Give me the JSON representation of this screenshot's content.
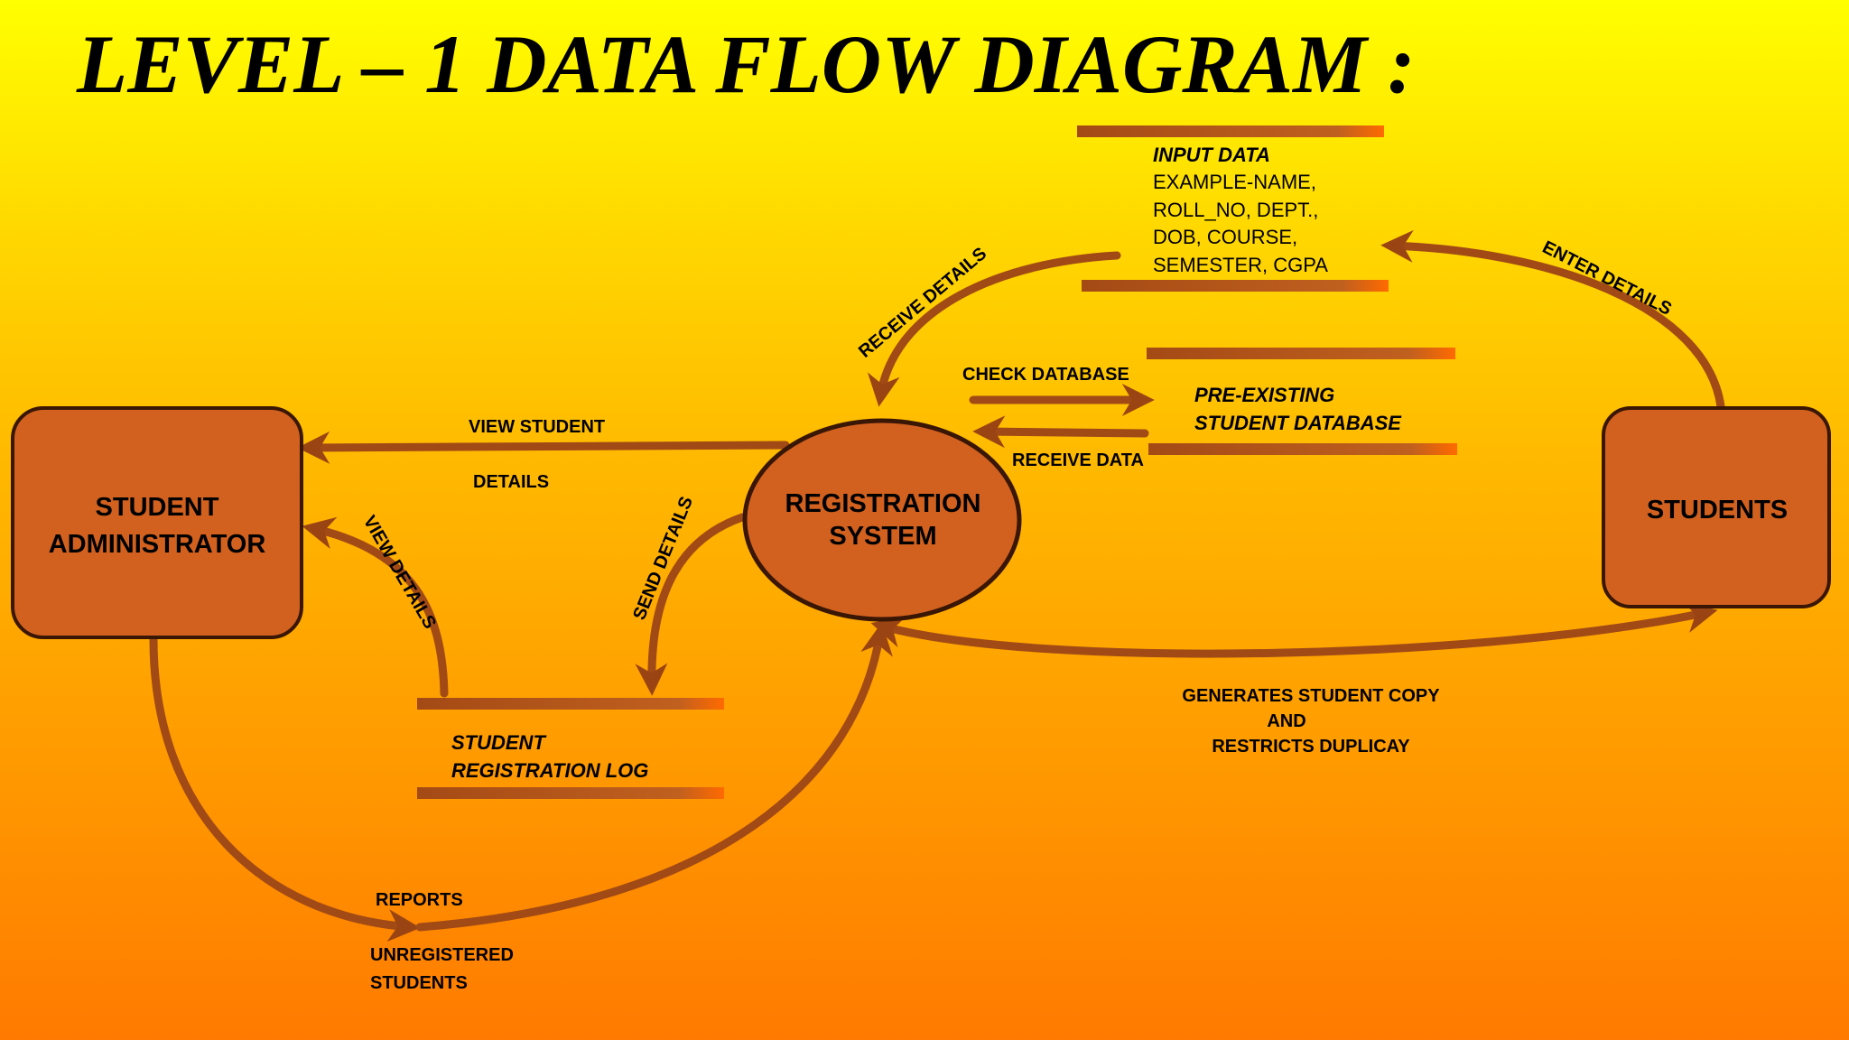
{
  "title": "LEVEL – 1 DATA FLOW DIAGRAM :",
  "nodes": {
    "admin": [
      "STUDENT",
      "ADMINISTRATOR"
    ],
    "system": [
      "REGISTRATION",
      "SYSTEM"
    ],
    "students": "STUDENTS"
  },
  "stores": {
    "input": {
      "title": "INPUT DATA",
      "lines": [
        "EXAMPLE-NAME,",
        "ROLL_NO, DEPT.,",
        "DOB, COURSE,",
        "SEMESTER, CGPA"
      ]
    },
    "database": [
      "PRE-EXISTING",
      "STUDENT DATABASE"
    ],
    "log": [
      "STUDENT",
      "REGISTRATION LOG"
    ]
  },
  "flows": {
    "view_student": "VIEW STUDENT",
    "details": "DETAILS",
    "view_details": "VIEW  DETAILS",
    "send_details": "SEND DETAILS",
    "receive_details": "RECEIVE DETAILS",
    "check_database": "CHECK  DATABASE",
    "receive_data": "RECEIVE DATA",
    "enter_details": "ENTER DETAILS",
    "generates": [
      "GENERATES STUDENT COPY",
      "AND",
      "RESTRICTS DUPLICAY"
    ],
    "reports": "REPORTS",
    "unregistered": [
      "UNREGISTERED",
      "STUDENTS"
    ]
  },
  "colors": {
    "node_fill": "#d2611f",
    "node_stroke": "#3a1605",
    "arrow": "#a14a16",
    "store_bar": "#b3541a"
  }
}
